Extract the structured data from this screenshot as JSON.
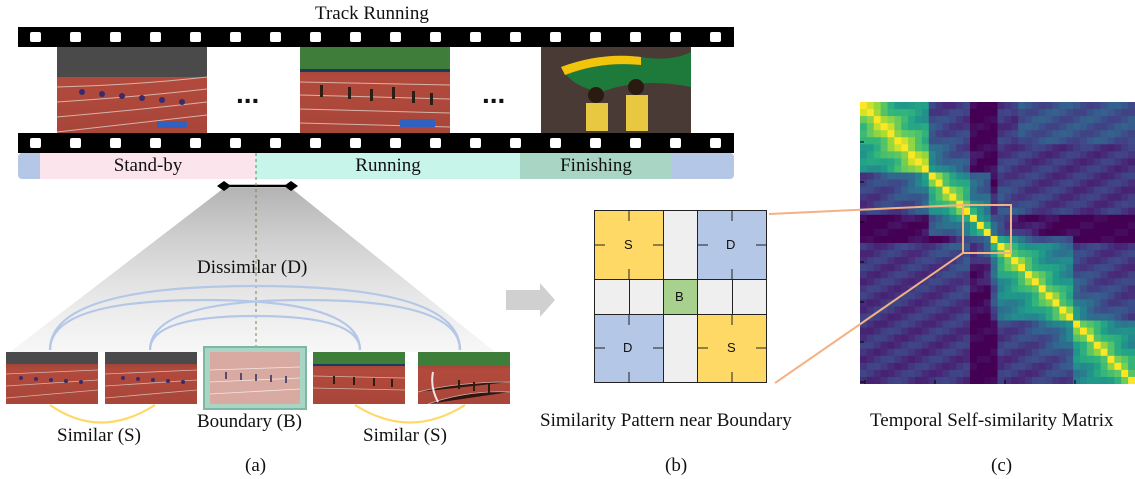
{
  "top_title": "Track Running",
  "ellipsis": [
    "...",
    "..."
  ],
  "phases": [
    {
      "label": "Stand-by",
      "color": "#fce4ec"
    },
    {
      "label": "Running",
      "color": "#c8f5ea"
    },
    {
      "label": "Finishing",
      "color": "#a8d5c4"
    }
  ],
  "edge_color": "#b3c6e7",
  "dissimilar_label": "Dissimilar (D)",
  "similar_left_label": "Similar (S)",
  "boundary_label": "Boundary (B)",
  "similar_right_label": "Similar (S)",
  "caption_a": "(a)",
  "grid_title": "Similarity Pattern near Boundary",
  "caption_b": "(b)",
  "grid_letters": {
    "s_top": "S",
    "d_top": "D",
    "b": "B",
    "d_bottom": "D",
    "s_bottom": "S"
  },
  "grid_colors": {
    "s": "#ffd966",
    "d": "#b4c7e7",
    "b": "#a9d18e",
    "empty": "#efefef"
  },
  "matrix_title": "Temporal Self-similarity Matrix",
  "caption_c": "(c)",
  "accent_color": "#f4b183"
}
